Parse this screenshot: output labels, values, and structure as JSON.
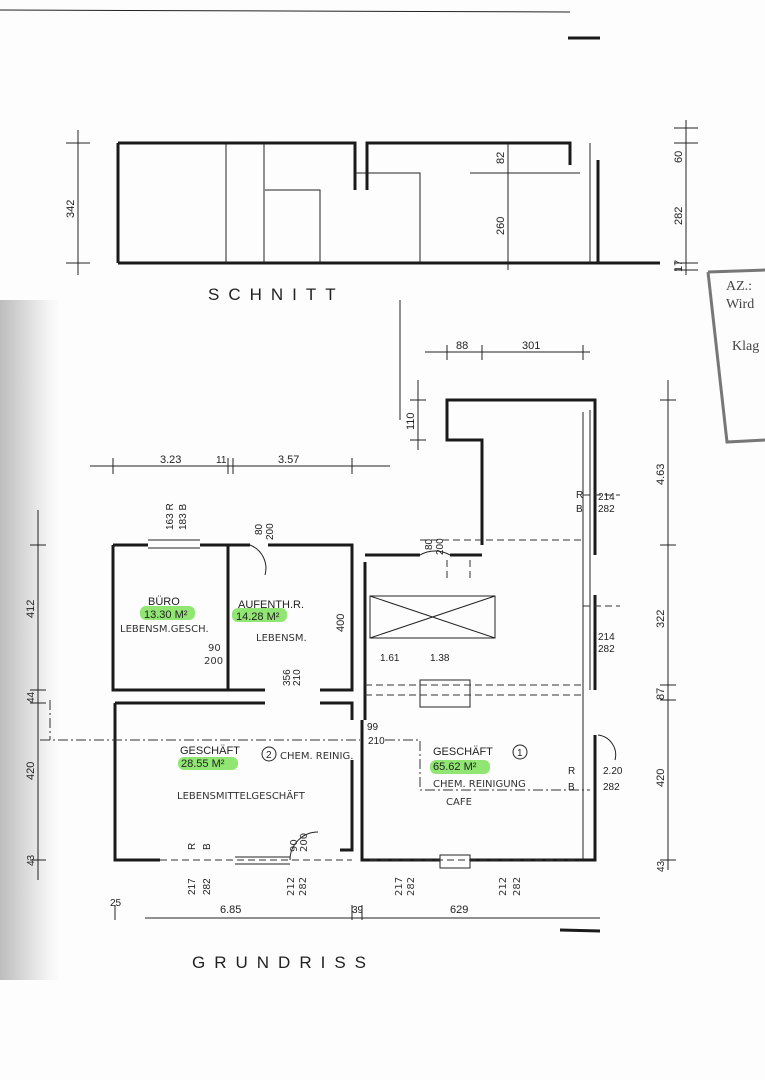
{
  "section": {
    "title": "SCHNITT",
    "dims": {
      "total_height": "342",
      "upper": "82",
      "lower": "260",
      "right_top": "60",
      "right_mid": "282",
      "right_bottom": "17"
    }
  },
  "plan": {
    "title": "GRUNDRISS",
    "rooms": {
      "buero": {
        "name": "BÜRO",
        "area": "13.30 M²",
        "use": "LEBENSM.GESCH."
      },
      "aufenth": {
        "name": "AUFENTH.R.",
        "area": "14.28 M²",
        "use": "LEBENSM."
      },
      "geschaeft2": {
        "name": "GESCHÄFT",
        "number": "2",
        "note": "CHEM. REINIG.",
        "area": "28.55 M²",
        "use": "LEBENSMITTELGESCHÄFT"
      },
      "geschaeft1": {
        "name": "GESCHÄFT",
        "number": "1",
        "area": "65.62 M²",
        "note": "CHEM. REINIGUNG",
        "use": "CAFE"
      }
    },
    "dims": {
      "top_a": "88",
      "top_b": "301",
      "top_h": "110",
      "w1": "3.23",
      "w2": "11",
      "w3": "3.57",
      "right1": "4.63",
      "right2": "322",
      "right3": "87",
      "right4": "420",
      "right5": "43",
      "left1": "412",
      "left2": "44",
      "left3": "420",
      "left4": "43",
      "bottom1": "6.85",
      "bottom2": "39",
      "bottom3": "629",
      "bottom_small": "25",
      "room_depth": "400",
      "win_buero_r": "163 R",
      "win_buero_b": "183 B",
      "door_aufenth_w": "80",
      "door_aufenth_h": "200",
      "door_g1_w": "80",
      "door_g1_h": "200",
      "win_r1_w": "214",
      "win_r1_h": "282",
      "win_r2_w": "214",
      "win_r2_h": "282",
      "inner1": "1.61",
      "inner2": "1.38",
      "door_internal_w": "90",
      "door_internal_h": "200",
      "pass_w": "356",
      "pass_h": "210",
      "door_mid_w": "99",
      "door_mid_h": "210",
      "r_label": "R",
      "b_label": "B",
      "win_b1_w": "217",
      "win_b1_h": "282",
      "door_b_w": "90",
      "door_b_h": "200",
      "win_b2_w": "212",
      "win_b2_h": "282",
      "win_b3_w": "217",
      "win_b3_h": "282",
      "win_b4_w": "212",
      "win_b4_h": "282",
      "door_right_w": "2.20",
      "door_right_h": "282"
    }
  },
  "stamp": {
    "line1": "AZ.:",
    "line2": "Wird",
    "line3": "Klag"
  },
  "colors": {
    "highlight": "#7ee05a"
  }
}
